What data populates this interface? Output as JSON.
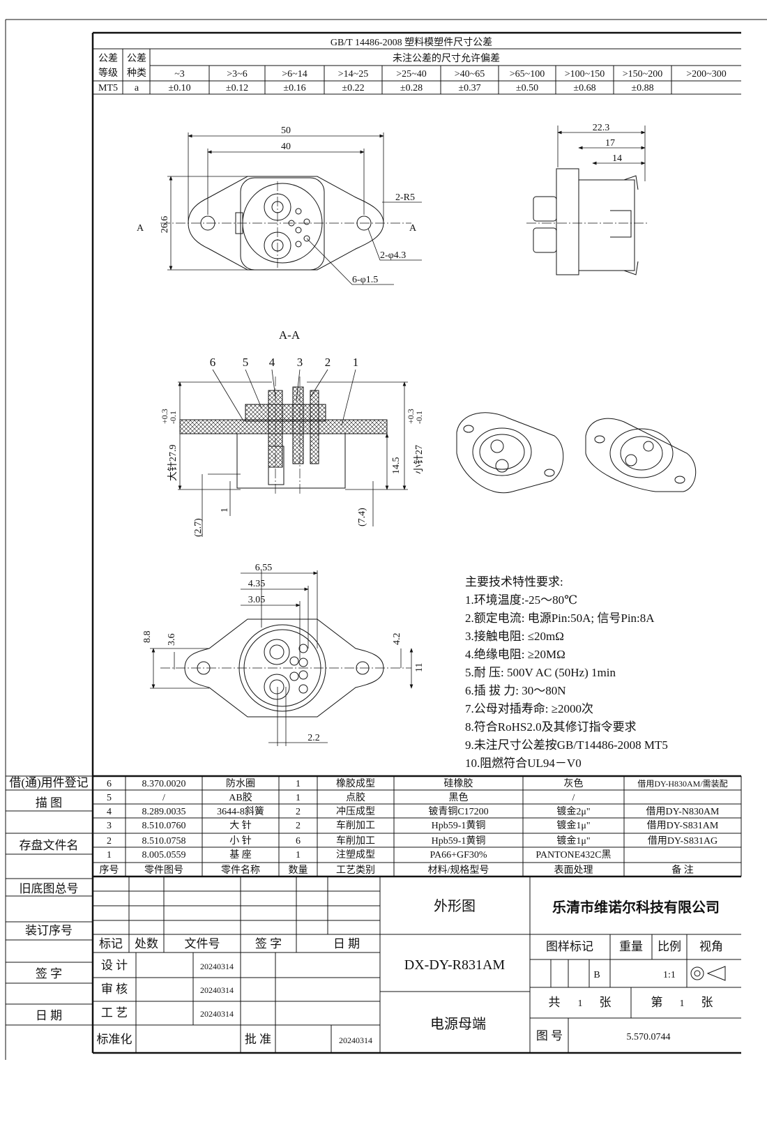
{
  "tolerance_table": {
    "title": "GB/T 14486-2008 塑料模塑件尺寸公差",
    "col1_head": [
      "公差",
      "等级"
    ],
    "col2_head": [
      "公差",
      "种类"
    ],
    "span_head": "未注公差的尺寸允许偏差",
    "ranges": [
      "~3",
      ">3~6",
      ">6~14",
      ">14~25",
      ">25~40",
      ">40~65",
      ">65~100",
      ">100~150",
      ">150~200",
      ">200~300"
    ],
    "grade": "MT5",
    "type": "a",
    "values": [
      "±0.10",
      "±0.12",
      "±0.16",
      "±0.22",
      "±0.28",
      "±0.37",
      "±0.50",
      "±0.68",
      "±0.88",
      ""
    ]
  },
  "front_view": {
    "dim_overall": "50",
    "dim_holes": "40",
    "dim_height": "26.6",
    "radius_note": "2-R5",
    "hole_note": "2-φ4.3",
    "pin_note": "6-φ1.5",
    "section_mark": "A"
  },
  "side_view": {
    "dim_a": "22.3",
    "dim_b": "17",
    "dim_c": "14"
  },
  "section_view": {
    "title": "A-A",
    "balloons": [
      "6",
      "5",
      "4",
      "3",
      "2",
      "1"
    ],
    "dim_big_pin": "大针27.9",
    "dim_big_pin_tol": [
      "+0.3",
      "-0.1"
    ],
    "dim_small_pin": "小针27",
    "dim_small_pin_tol": [
      "+0.3",
      "-0.1"
    ],
    "dim_145": "14.5",
    "dim_27": "(2.7)",
    "dim_1": "1",
    "dim_74": "(7.4)"
  },
  "bottom_view": {
    "d655": "6.55",
    "d435": "4.35",
    "d305": "3.05",
    "d88": "8.8",
    "d36": "3.6",
    "d42": "4.2",
    "d11": "11",
    "d22": "2.2"
  },
  "notes": {
    "title": "主要技术特性要求:",
    "items": [
      "1.环境温度:-25～80℃",
      "2.额定电流: 电源Pin:50A; 信号Pin:8A",
      "3.接触电阻: ≤20mΩ",
      "4.绝缘电阻: ≥20MΩ",
      "5.耐      压: 500V AC (50Hz) 1min",
      "6.插 拔 力: 30～80N",
      "7.公母对插寿命: ≥2000次",
      "8.符合RoHS2.0及其修订指令要求",
      "9.未注尺寸公差按GB/T14486-2008 MT5",
      "10.阻燃符合UL94－V0"
    ]
  },
  "bom": {
    "rows": [
      [
        "6",
        "8.370.0020",
        "防水圈",
        "1",
        "橡胶成型",
        "硅橡胶",
        "灰色",
        "借用DY-H830AM/需装配"
      ],
      [
        "5",
        "/",
        "AB胶",
        "1",
        "点胶",
        "黑色",
        "/",
        ""
      ],
      [
        "4",
        "8.289.0035",
        "3644-8斜簧",
        "2",
        "冲压成型",
        "铍青铜C17200",
        "镀金2μ\"",
        "借用DY-N830AM"
      ],
      [
        "3",
        "8.510.0760",
        "大  针",
        "2",
        "车削加工",
        "Hpb59-1黄铜",
        "镀金1μ\"",
        "借用DY-S831AM"
      ],
      [
        "2",
        "8.510.0758",
        "小  针",
        "6",
        "车削加工",
        "Hpb59-1黄铜",
        "镀金1μ\"",
        "借用DY-S831AG"
      ],
      [
        "1",
        "8.005.0559",
        "基  座",
        "1",
        "注塑成型",
        "PA66+GF30%",
        "PANTONE432C黑",
        ""
      ]
    ],
    "header": [
      "序号",
      "零件图号",
      "零件名称",
      "数量",
      "工艺类别",
      "材料/规格型号",
      "表面处理",
      "备  注"
    ]
  },
  "side_labels": [
    "借(通)用件登记",
    "描    图",
    "存盘文件名",
    "旧底图总号",
    "装订序号",
    "签    字",
    "日    期"
  ],
  "title_block": {
    "rev_header": [
      "标记",
      "处数",
      "文件号",
      "签 字",
      "日 期"
    ],
    "roles": [
      "设 计",
      "审 核",
      "工 艺",
      "标准化",
      "批 准"
    ],
    "dates": [
      "20240314",
      "20240314",
      "20240314",
      "20240314"
    ],
    "drawing_type": "外形图",
    "model": "DX-DY-R831AM",
    "part_name": "电源母端",
    "company": "乐清市维诺尔科技有限公司",
    "labels": [
      "图样标记",
      "重量",
      "比例",
      "视角"
    ],
    "mark": "B",
    "scale": "1:1",
    "sheets_total": [
      "共",
      "1",
      "张"
    ],
    "sheet_no": [
      "第",
      "1",
      "张"
    ],
    "drawing_no_label": "图 号",
    "drawing_no": "5.570.0744"
  }
}
